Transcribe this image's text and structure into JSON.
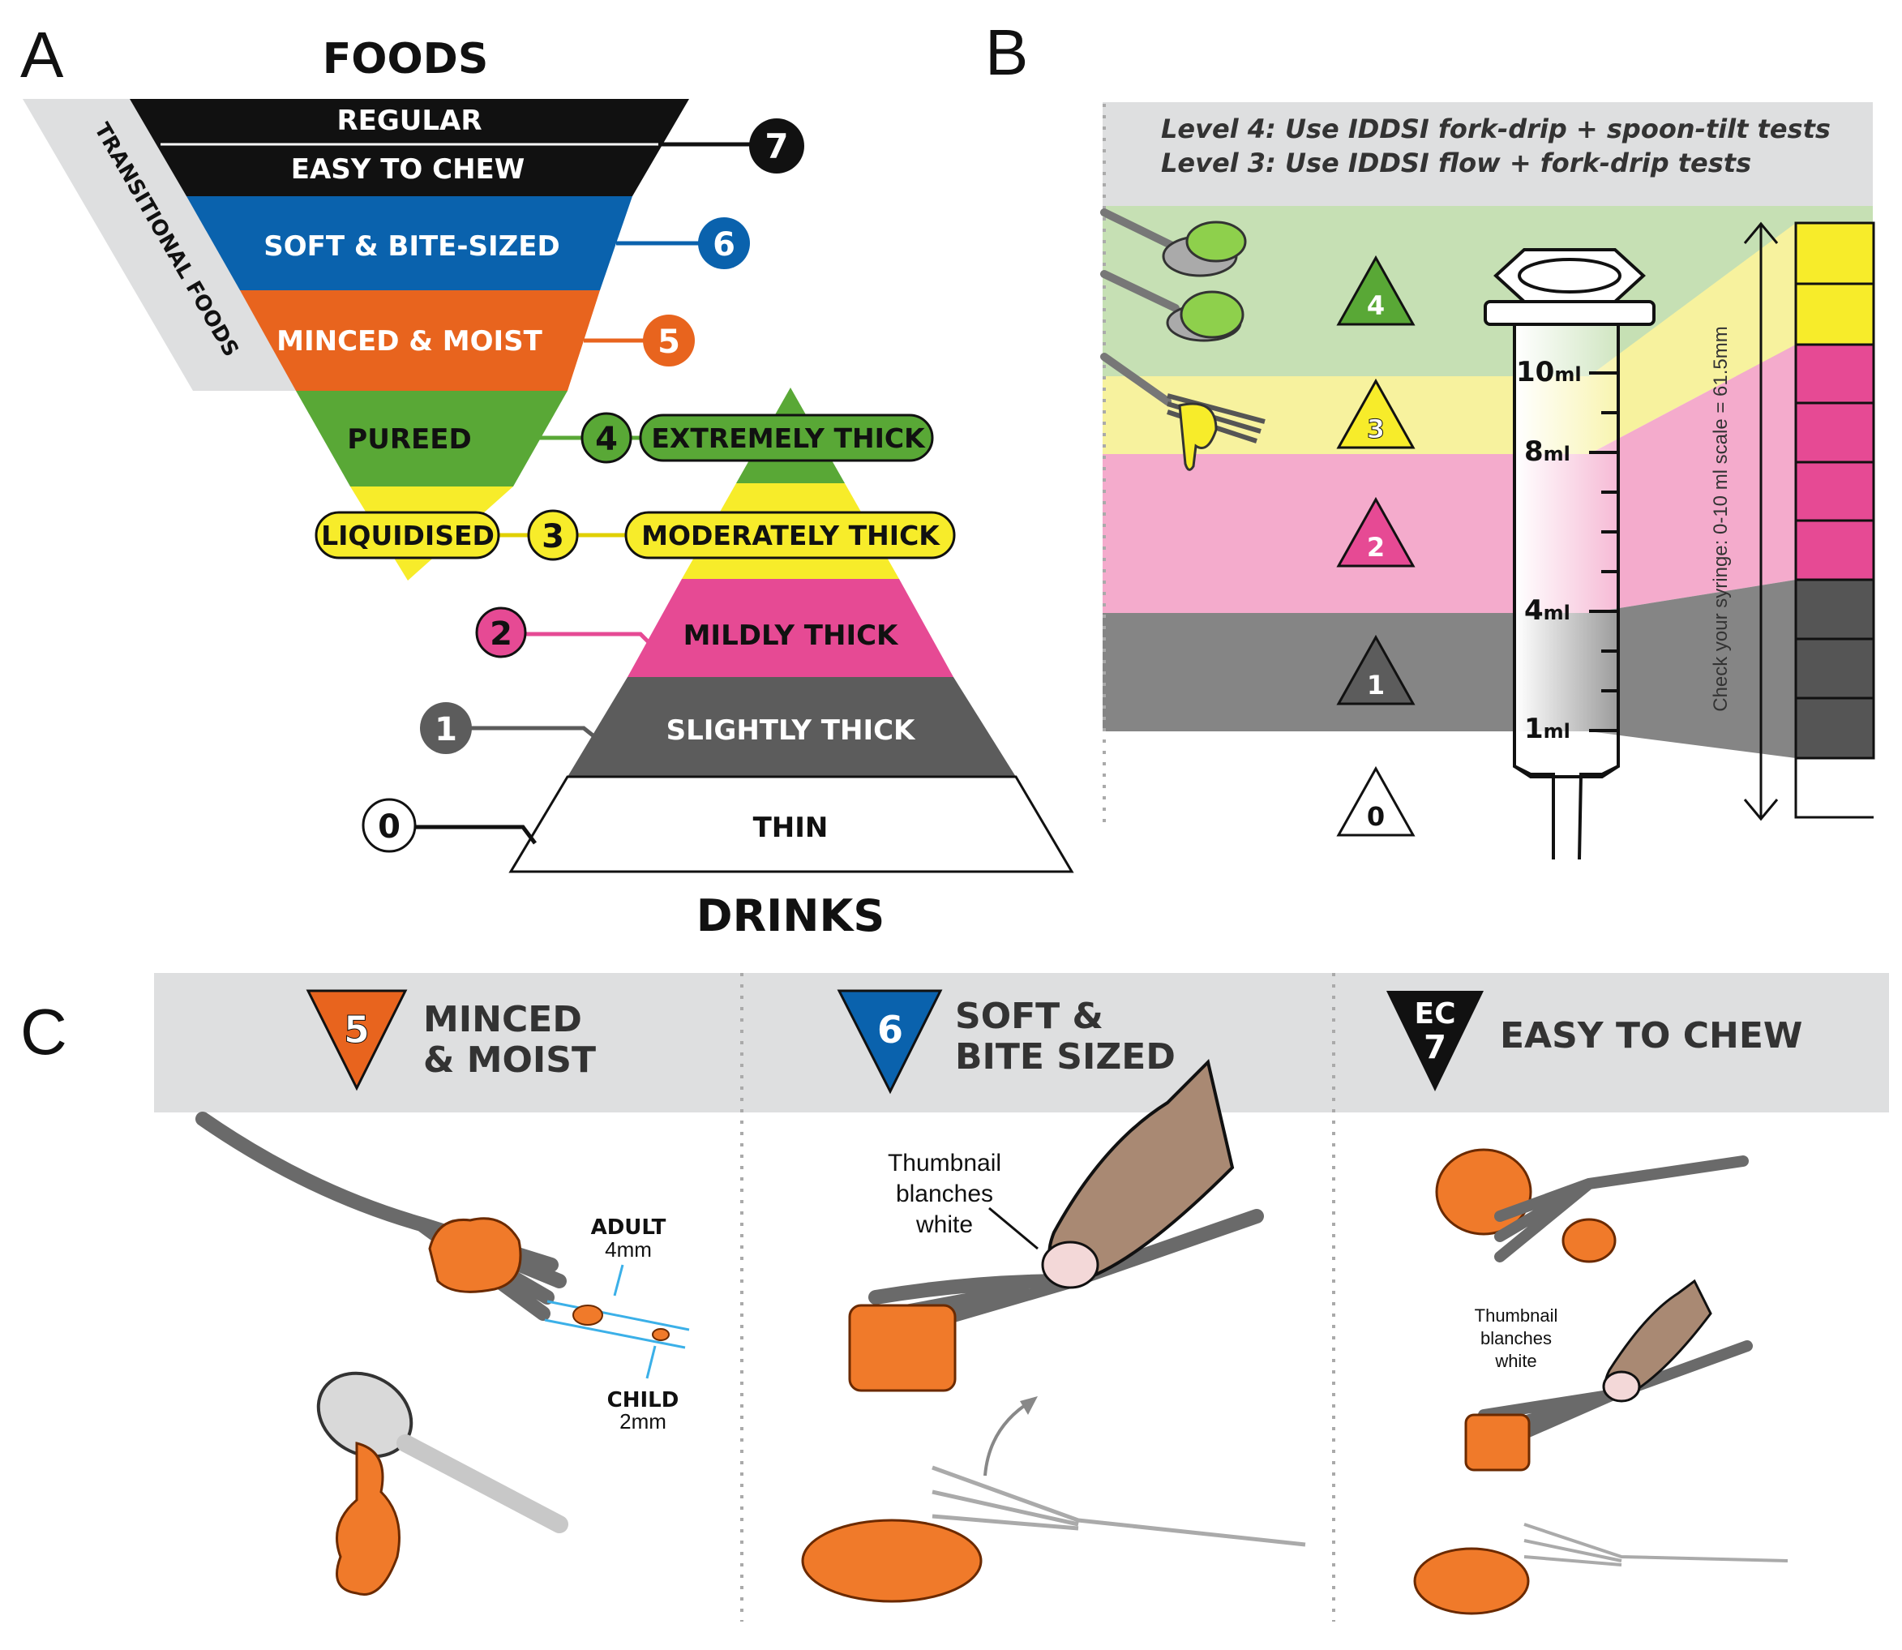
{
  "panel_letters": {
    "a": "A",
    "b": "B",
    "c": "C"
  },
  "colors": {
    "black": "#111111",
    "blue": "#0a62ad",
    "orange": "#e8641e",
    "green": "#59a836",
    "yellow": "#f7ec2a",
    "pink": "#e64a94",
    "grey": "#5c5c5c",
    "white": "#ffffff",
    "band_grey": "#dedfe0",
    "band_green": "#c6e0b4",
    "band_yellow": "#f7f29e",
    "band_pink": "#f4abcc",
    "band_dark": "#858585",
    "food_orange": "#f07a2a",
    "skin": "#a98973"
  },
  "panel_a": {
    "foods_title": "FOODS",
    "drinks_title": "DRINKS",
    "transitional_label": "TRANSITIONAL FOODS",
    "foods": {
      "regular": "REGULAR",
      "easy_to_chew": "EASY TO CHEW",
      "soft_bite_sized": "SOFT & BITE-SIZED",
      "minced_moist": "MINCED & MOIST",
      "pureed": "PUREED",
      "liquidised": "LIQUIDISED"
    },
    "drinks": {
      "extremely_thick": "EXTREMELY THICK",
      "moderately_thick": "MODERATELY THICK",
      "mildly_thick": "MILDLY THICK",
      "slightly_thick": "SLIGHTLY THICK",
      "thin": "THIN"
    },
    "level_numbers": {
      "l7": "7",
      "l6": "6",
      "l5": "5",
      "l4": "4",
      "l3": "3",
      "l2": "2",
      "l1": "1",
      "l0": "0"
    }
  },
  "panel_b": {
    "header_line1": "Level 4: Use IDDSI fork-drip + spoon-tilt tests",
    "header_line2": "Level 3: Use IDDSI flow + fork-drip tests",
    "levels": {
      "l4": "4",
      "l3": "3",
      "l2": "2",
      "l1": "1",
      "l0": "0"
    },
    "syringe_marks": {
      "m10_num": "10",
      "m8_num": "8",
      "m4_num": "4",
      "m1_num": "1",
      "unit": "ml"
    },
    "vertical_note": "Check your syringe: 0-10 ml scale = 61.5mm"
  },
  "panel_c": {
    "col1": {
      "badge": "5",
      "title_line1": "MINCED",
      "title_line2": "& MOIST",
      "adult_label": "ADULT",
      "adult_size": "4mm",
      "child_label": "CHILD",
      "child_size": "2mm"
    },
    "col2": {
      "badge": "6",
      "title_line1": "SOFT &",
      "title_line2": "BITE SIZED",
      "note_line1": "Thumbnail",
      "note_line2": "blanches",
      "note_line3": "white"
    },
    "col3": {
      "badge_line1": "EC",
      "badge_line2": "7",
      "title": "EASY TO CHEW",
      "note_line1": "Thumbnail",
      "note_line2": "blanches",
      "note_line3": "white"
    }
  }
}
